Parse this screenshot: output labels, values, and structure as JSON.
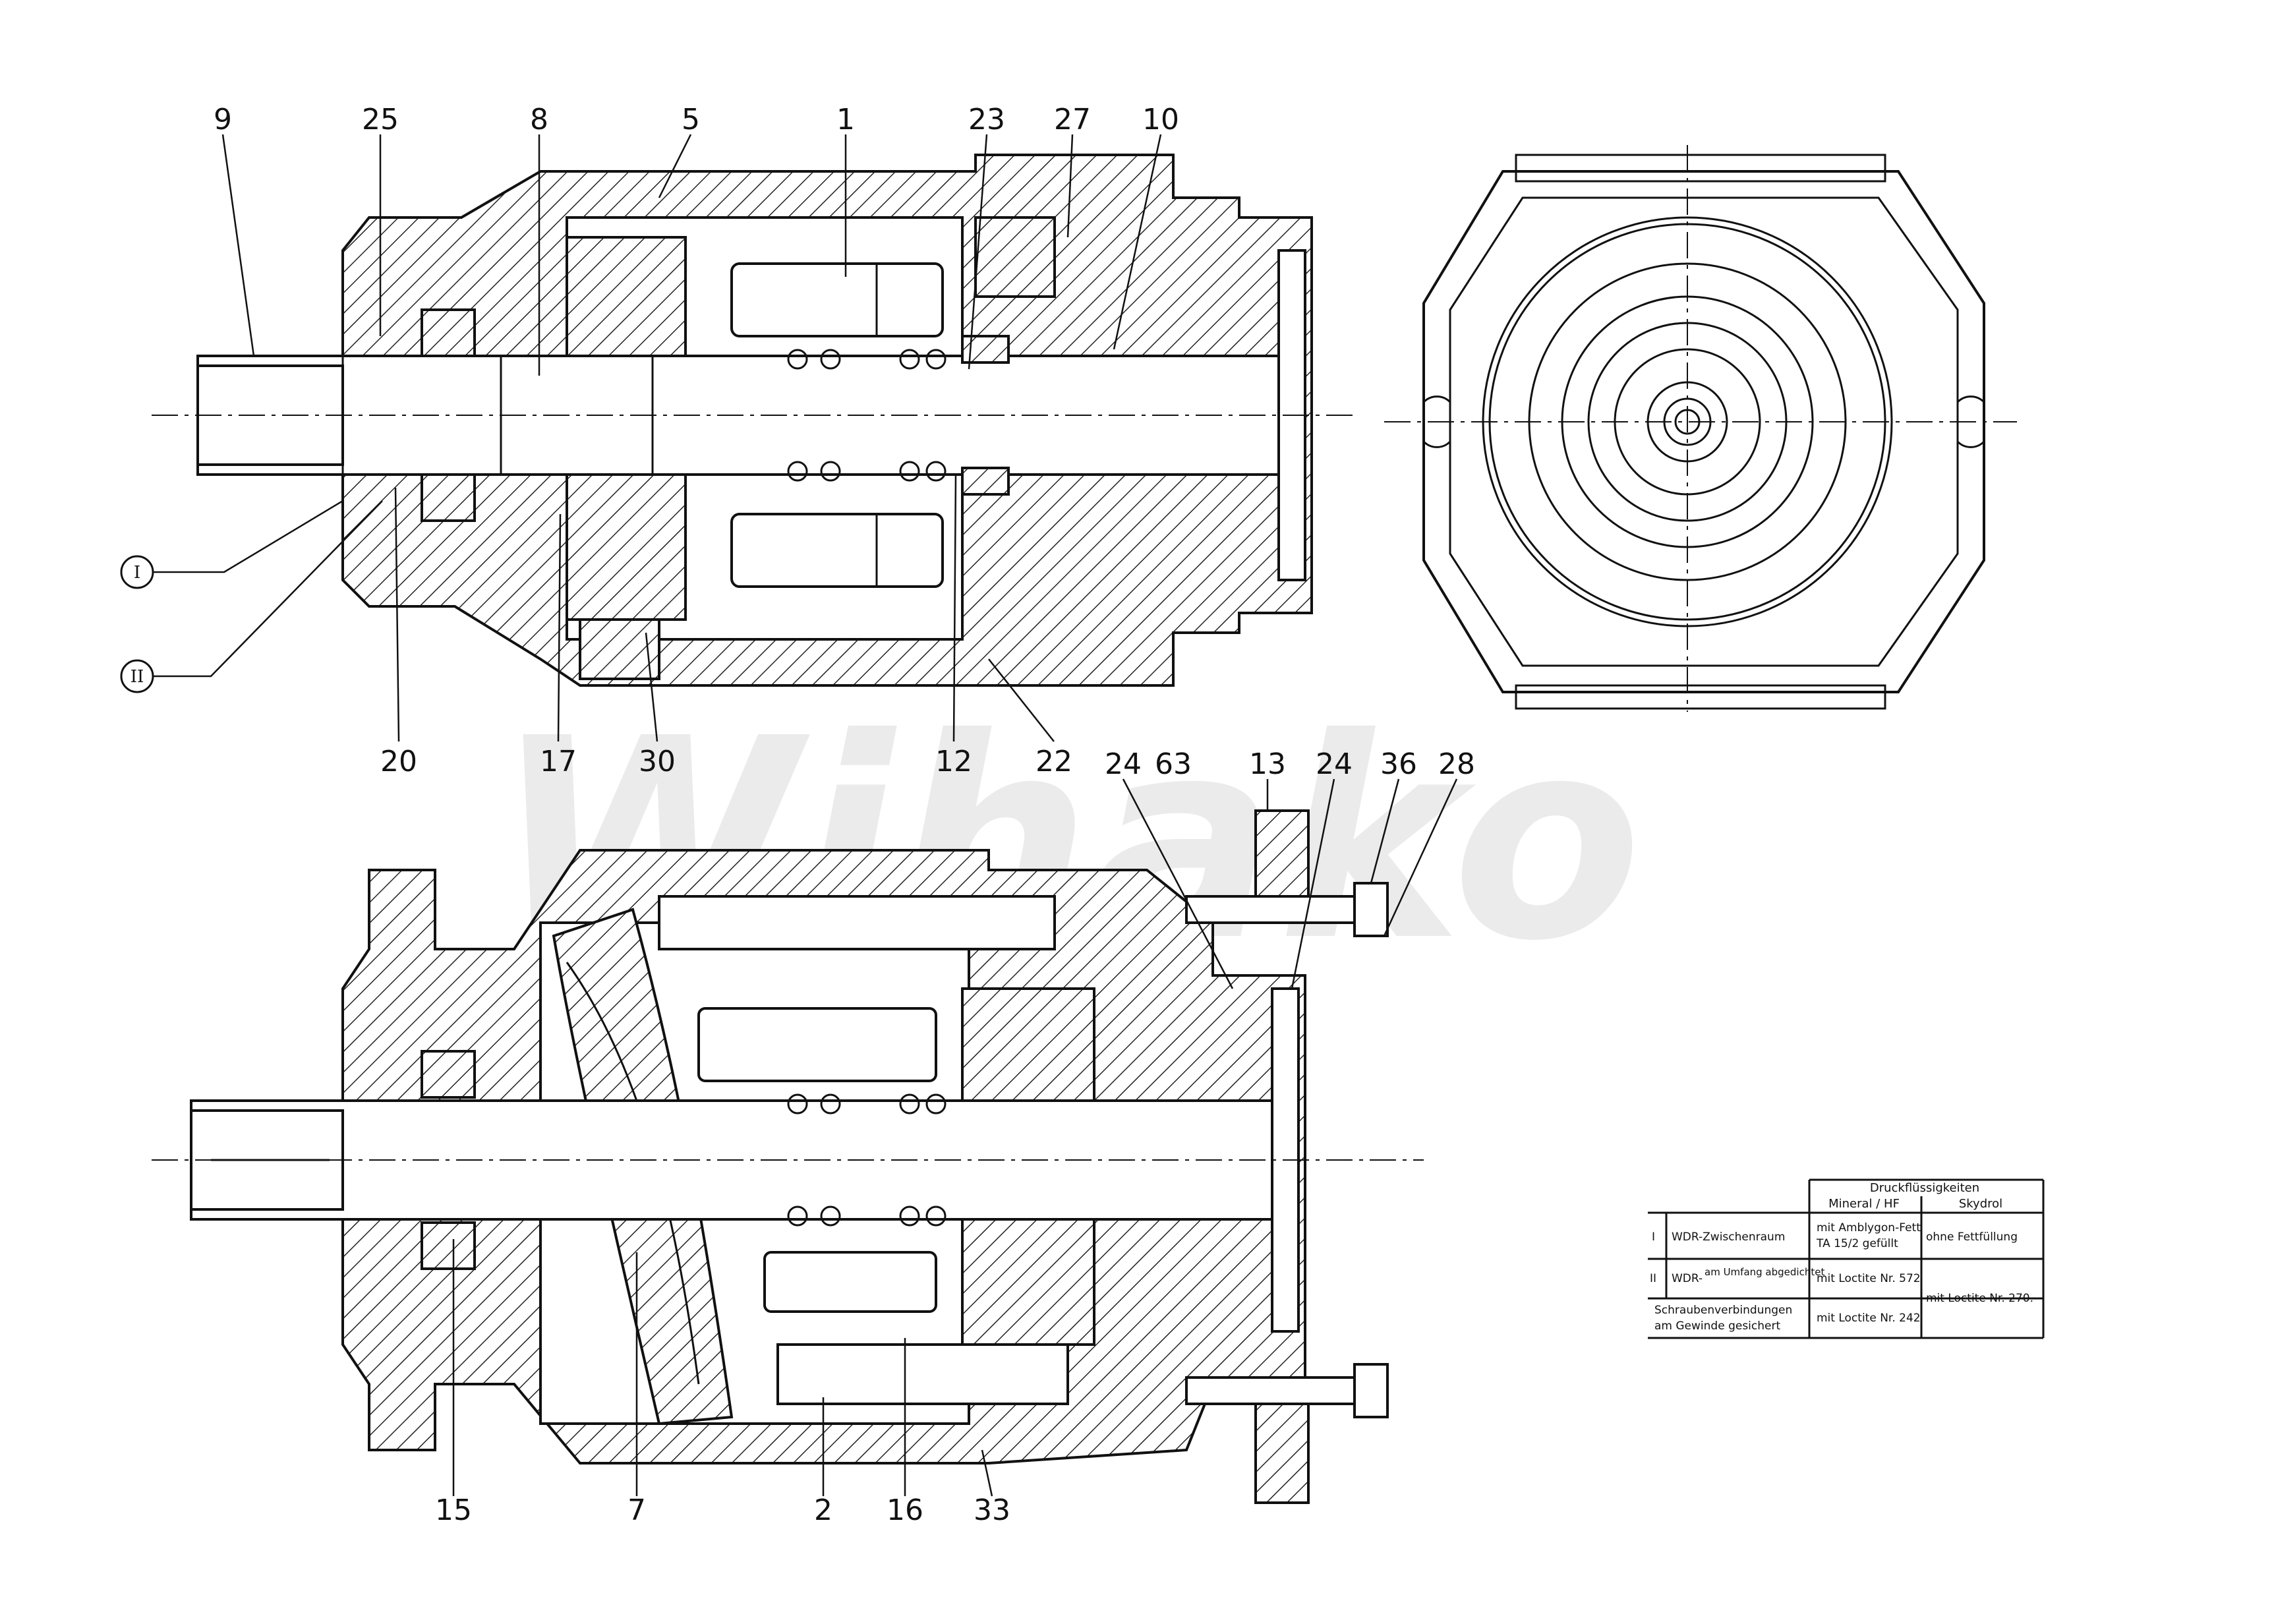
{
  "watermark": "Wihako",
  "top_view": {
    "callouts_top": [
      "9",
      "25",
      "8",
      "5",
      "1",
      "23",
      "27",
      "10"
    ],
    "callouts_bottom": [
      "20",
      "17",
      "30",
      "12",
      "22"
    ],
    "roman_markers": [
      "I",
      "II"
    ]
  },
  "bottom_view": {
    "callouts_top": [
      "24",
      "63",
      "13",
      "24",
      "36",
      "28"
    ],
    "callouts_bottom": [
      "15",
      "7",
      "2",
      "16",
      "33"
    ]
  },
  "legend_table": {
    "header_group": "Druckflüssigkeiten",
    "col_mineral": "Mineral / HF",
    "col_skydrol": "Skydrol",
    "rows": [
      {
        "roman": "I",
        "label": "WDR-Zwischenraum",
        "label2": "",
        "mineral": "mit Amblygon-Fett",
        "mineral2": "TA 15/2 gefüllt",
        "skydrol": "ohne Fettfüllung"
      },
      {
        "roman": "II",
        "label": "WDR-",
        "label2": "am Umfang abgedichtet",
        "mineral": "mit Loctite Nr. 572",
        "mineral2": "",
        "skydrol": "mit Loctite Nr. 270."
      },
      {
        "roman": "",
        "label": "Schraubenverbindungen",
        "label2": "am Gewinde gesichert",
        "mineral": "mit Loctite Nr. 242",
        "mineral2": "",
        "skydrol": ""
      }
    ]
  }
}
